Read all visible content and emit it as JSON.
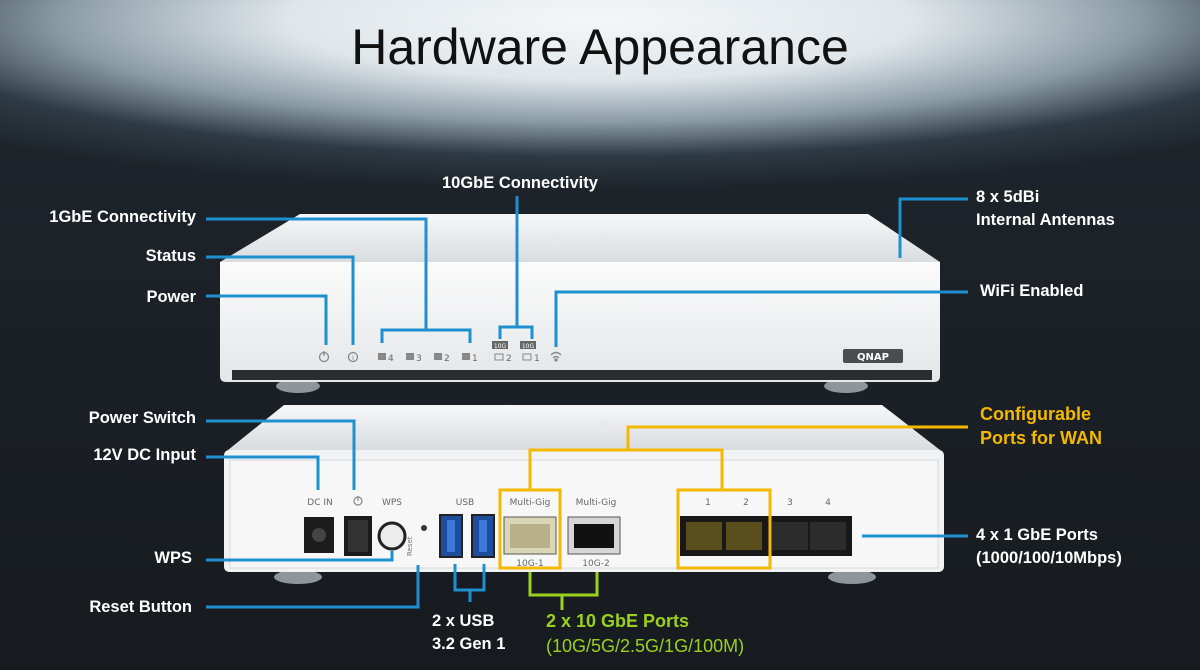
{
  "title": "Hardware Appearance",
  "brand": "QNAP",
  "labels": {
    "gbe_1_connectivity": "1GbE Connectivity",
    "status": "Status",
    "power": "Power",
    "gbe_10_connectivity": "10GbE Connectivity",
    "antennas_line1": "8 x 5dBi",
    "antennas_line2": "Internal Antennas",
    "wifi_enabled": "WiFi Enabled",
    "power_switch": "Power Switch",
    "dc_input": "12V DC Input",
    "wps": "WPS",
    "reset_button": "Reset Button",
    "configurable_line1": "Configurable",
    "configurable_line2": "Ports for WAN",
    "gbe_ports_line1": "4 x 1 GbE Ports",
    "gbe_ports_line2": "(1000/100/10Mbps)",
    "usb_line1": "2 x USB",
    "usb_line2": "3.2 Gen 1",
    "ten_gbe_line1": "2 x 10 GbE Ports",
    "ten_gbe_line2": "(10G/5G/2.5G/1G/100M)"
  },
  "front_panel": {
    "led_lan": [
      "4",
      "3",
      "2",
      "1"
    ],
    "led_10g": [
      "2",
      "1"
    ],
    "badge_10g": "10G"
  },
  "rear_panel": {
    "dc_in": "DC IN",
    "wps": "WPS",
    "usb": "USB",
    "multigig": "Multi-Gig",
    "reset": "Reset",
    "port_10g1": "10G-1",
    "port_10g2": "10G-2",
    "lan_numbers": [
      "1",
      "2",
      "3",
      "4"
    ]
  },
  "colors": {
    "callout_blue": "#1e90d0",
    "callout_orange": "#f5b800",
    "callout_green": "#9ad11e"
  }
}
